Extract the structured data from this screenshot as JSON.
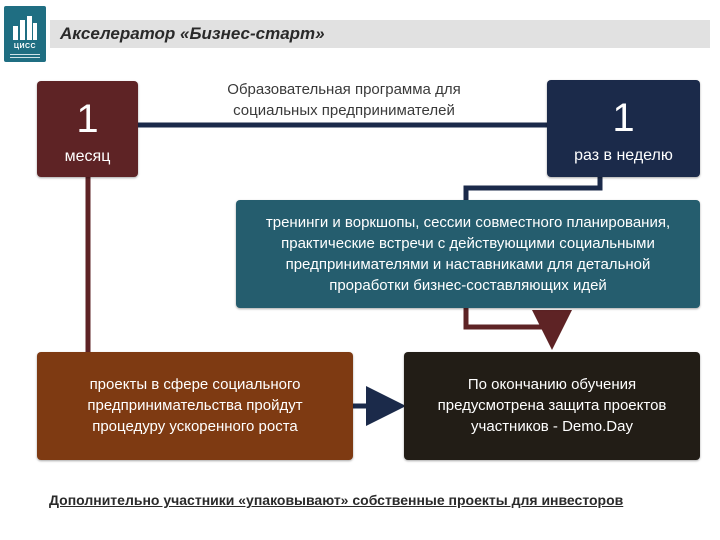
{
  "header": {
    "title": "Акселератор «Бизнес-старт»",
    "logo_text": "ЦИСС"
  },
  "program": {
    "text": "Образовательная программа для социальных предпринимателей"
  },
  "duration": {
    "number": "1",
    "unit": "месяц"
  },
  "frequency": {
    "number": "1",
    "unit": "раз в неделю"
  },
  "activities": {
    "text": "тренинги и воркшопы, сессии совместного планирования, практические встречи с действующими социальными предпринимателями и наставниками для детальной проработки бизнес-составляющих идей"
  },
  "projects": {
    "text": "проекты в сфере социального предпринимательства пройдут процедуру ускоренного роста"
  },
  "demoday": {
    "text": "По окончанию обучения предусмотрена защита проектов участников - Demo.Day"
  },
  "footer": {
    "text": "Дополнительно участники «упаковывают» собственные проекты для инвесторов"
  },
  "colors": {
    "month_box": "#5e2325",
    "week_box": "#1b2a4a",
    "activities_box": "#255d6e",
    "projects_box": "#7e3a12",
    "demoday_box": "#221d16",
    "connector_dark_red": "#5e2325",
    "connector_navy": "#1b2a4a",
    "logo": "#1f6e82"
  }
}
